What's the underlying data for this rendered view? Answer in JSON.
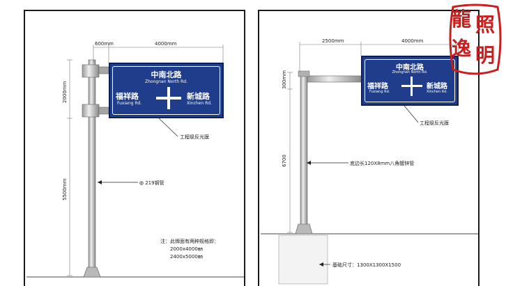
{
  "left": {
    "dims": {
      "top_a": "600mm",
      "top_b": "4000mm",
      "upper_height": "2000mm",
      "lower_height": "5500mm"
    },
    "sign": {
      "north_cn": "中南北路",
      "north_en": "Zhongnan North Rd.",
      "west_cn": "福祥路",
      "west_en": "Fuxiang Rd.",
      "east_cn": "新城路",
      "east_en": "Xinchen Rd."
    },
    "labels": {
      "film": "工程级反光膜",
      "pipe": "ф 219钢管"
    },
    "notes": {
      "line1": "注：此牌面有两种规格即：",
      "line2": "2000x4000㎜",
      "line3": "2400x5000㎜"
    }
  },
  "right": {
    "dims": {
      "top_arm": "2500mm",
      "top_sign": "4000mm",
      "upper_height": "300mm",
      "pole_height": "6700"
    },
    "sign": {
      "north_cn": "中南北路",
      "north_en": "Zhongnan North Rd.",
      "west_cn": "福祥路",
      "west_en": "Fuxiang Rd.",
      "east_cn": "新城路",
      "east_en": "Xinchen Rd."
    },
    "labels": {
      "film": "工程级反光膜",
      "pipe": "底边长120X8mm八角镀锌管",
      "foundation": "基础尺寸：1300X1300X1500"
    }
  },
  "seal": {
    "chars": [
      "龍",
      "照",
      "逸",
      "明"
    ]
  },
  "colors": {
    "sign_blue": "#1f3d8a",
    "seal_red": "#c81e1e"
  }
}
